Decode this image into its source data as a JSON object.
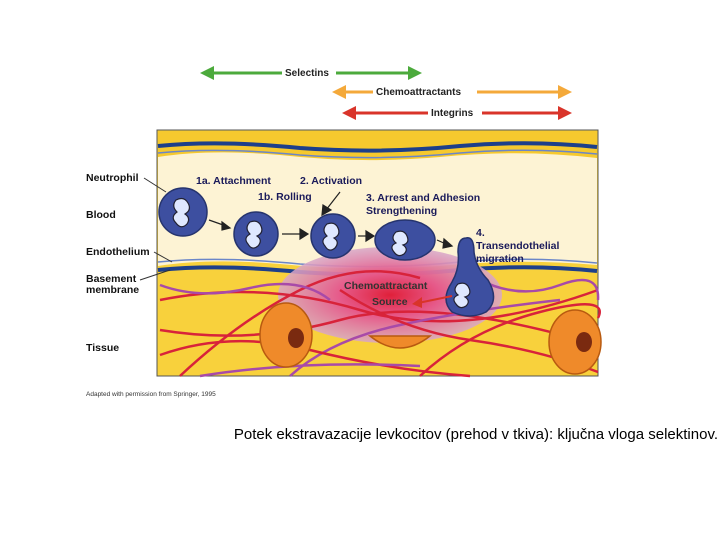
{
  "arrows": {
    "selectins": "Selectins",
    "chemoattractants": "Chemoattractants",
    "integrins": "Integrins"
  },
  "side_labels": {
    "neutrophil": "Neutrophil",
    "blood": "Blood",
    "endothelium": "Endothelium",
    "basement_line1": "Basement",
    "basement_line2": "membrane",
    "tissue": "Tissue"
  },
  "steps": {
    "attachment": "1a. Attachment",
    "activation": "2. Activation",
    "rolling": "1b. Rolling",
    "arrest_line1": "3. Arrest and Adhesion",
    "arrest_line2": "Strengthening",
    "trans_line1": "4.",
    "trans_line2": "Transendothelial",
    "trans_line3": "migration"
  },
  "source": {
    "line1": "Chemoattractant",
    "line2": "Source"
  },
  "credit": "Adapted with permission from Springer, 1995",
  "caption": "Potek ekstravazacije levkocitov (prehod v tkiva): ključna vloga selektinov.",
  "colors": {
    "selectins": "#4caa3c",
    "chemoattractants": "#f4a93a",
    "integrins": "#d9342a",
    "blood": "#fdf3d4",
    "tissue": "#f8d13c",
    "endothelium": "#1d3f8a",
    "cell": "#3d4fa0",
    "fibroblast": "#ef8a2a"
  }
}
